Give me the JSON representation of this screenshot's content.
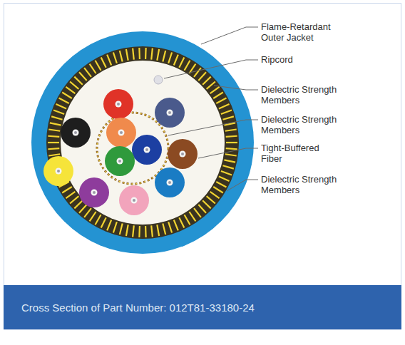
{
  "diagram": {
    "caption": "Cross Section of Part Number: 012T81-33180-24",
    "labels": [
      "Flame-Retardant Outer Jacket",
      "Ripcord",
      "Dielectric Strength Members",
      "Dielectric Strength Members",
      "Tight-Buffered Fiber",
      "Dielectric Strength Members"
    ]
  }
}
